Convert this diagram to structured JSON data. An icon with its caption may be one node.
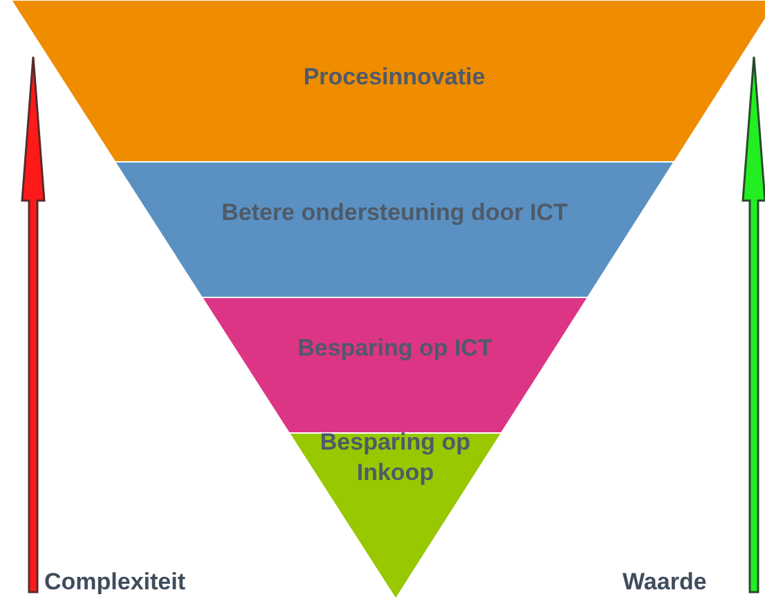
{
  "diagram": {
    "nodes": [
      {
        "text": [
          "Procesinnovatie"
        ]
      },
      {
        "text": [
          "Betere ondersteuning door ICT"
        ]
      },
      {
        "text": [
          "Besparing op ICT"
        ]
      },
      {
        "text": [
          "Besparing op Inkoop"
        ]
      }
    ],
    "labels": [
      "Complexiteit",
      "Waarde"
    ]
  }
}
